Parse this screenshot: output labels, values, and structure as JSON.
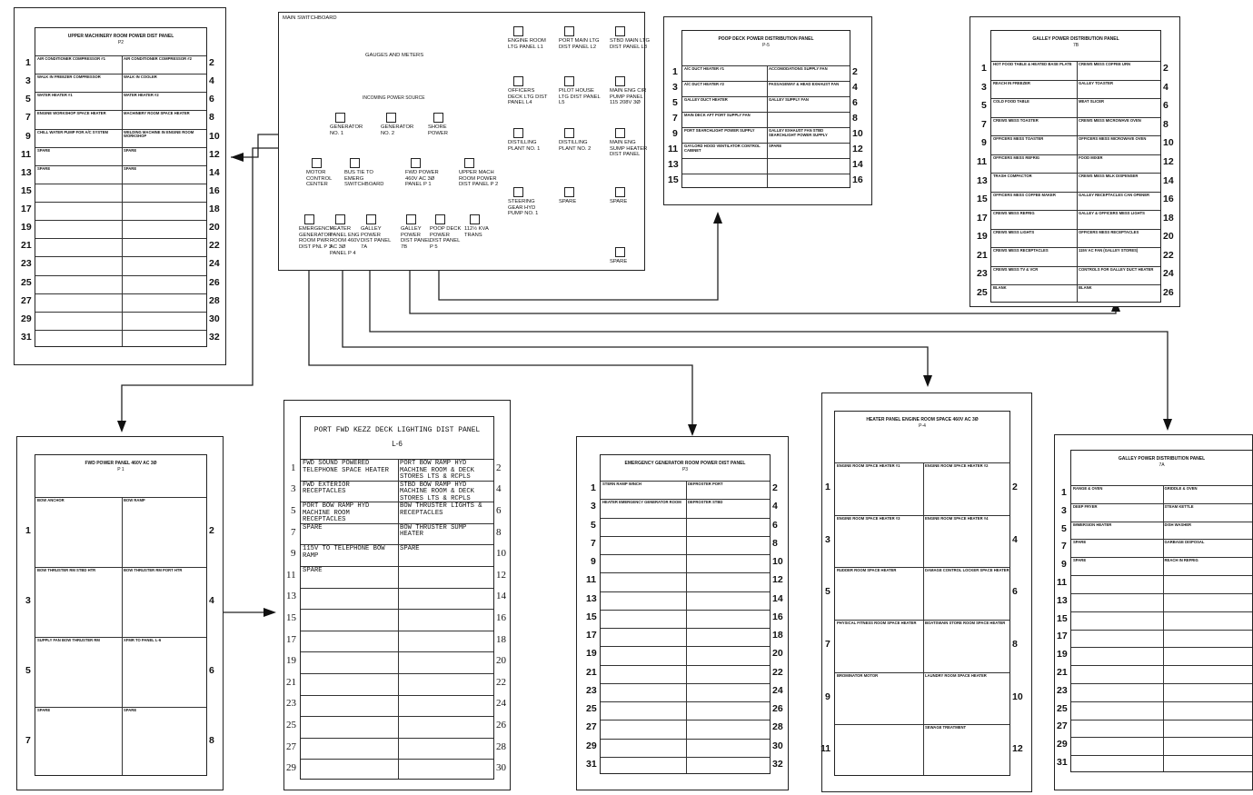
{
  "switchboard": {
    "title": "MAIN SWITCHBOARD",
    "gauges": "GAUGES AND METERS",
    "incoming": "INCOMING POWER SOURCE",
    "sources": [
      "GENERATOR NO. 1",
      "GENERATOR NO. 2",
      "SHORE POWER"
    ],
    "mid_row": [
      "MOTOR CONTROL CENTER",
      "BUS TIE TO EMERG SWITCHBOARD",
      "FWD POWER 460V AC 3Ø PANEL P 1",
      "UPPER MACH ROOM POWER DIST PANEL P 2"
    ],
    "bottom_row": [
      "EMERGENCY GENERATOR ROOM PWR DIST PNL P 3",
      "HEATER PANEL ENG ROOM 460V AC 3Ø PANEL P 4",
      "GALLEY POWER DIST PANEL 7A",
      "GALLEY POWER DIST PANEL 7B",
      "POOP DECK POWER DIST PANEL P 5",
      "112½ KVA TRANS"
    ],
    "right_col": [
      "ENGINE ROOM LTG PANEL L1",
      "PORT MAIN LTG DIST PANEL L2",
      "STBD MAIN LTG DIST PANEL L3",
      "OFFICERS DECK LTG DIST PANEL L4",
      "PILOT HOUSE LTG DIST PANEL L5",
      "MAIN ENG CIR PUMP PANEL 115 208V 3Ø",
      "DISTILLING PLANT NO. 1",
      "DISTILLING PLANT NO. 2",
      "MAIN ENG SUMP HEATER DIST PANEL",
      "STEERING GEAR HYD PUMP NO. 1",
      "SPARE",
      "SPARE",
      "SPARE"
    ]
  },
  "p2": {
    "title": "UPPER MACHINERY ROOM POWER DIST PANEL",
    "id": "P2",
    "rows": [
      [
        "1",
        "AIR CONDITIONER COMPRESSOR #1",
        "AIR CONDITIONER COMPRESSOR #2",
        "2"
      ],
      [
        "3",
        "WALK IN FREEZER COMPRESSOR",
        "WALK IN COOLER",
        "4"
      ],
      [
        "5",
        "WATER HEATER #1",
        "WATER HEATER #2",
        "6"
      ],
      [
        "7",
        "ENGINE WORKSHOP SPACE HEATER",
        "MACHINERY ROOM SPACE HEATER",
        "8"
      ],
      [
        "9",
        "CHILL WATER PUMP FOR A/C SYSTEM",
        "WELDING MACHINE IN ENGINE ROOM WORKSHOP",
        "10"
      ],
      [
        "11",
        "SPARE",
        "SPARE",
        "12"
      ],
      [
        "13",
        "SPARE",
        "SPARE",
        "14"
      ],
      [
        "15",
        "",
        "",
        "16"
      ],
      [
        "17",
        "",
        "",
        "18"
      ],
      [
        "19",
        "",
        "",
        "20"
      ],
      [
        "21",
        "",
        "",
        "22"
      ],
      [
        "23",
        "",
        "",
        "24"
      ],
      [
        "25",
        "",
        "",
        "26"
      ],
      [
        "27",
        "",
        "",
        "28"
      ],
      [
        "29",
        "",
        "",
        "30"
      ],
      [
        "31",
        "",
        "",
        "32"
      ]
    ]
  },
  "p5": {
    "title": "POOP DECK POWER DISTRIBUTION PANEL",
    "id": "P-5",
    "rows": [
      [
        "1",
        "A/C DUCT HEATER #1",
        "ACCOMODATIONS SUPPLY FAN",
        "2"
      ],
      [
        "3",
        "A/C DUCT HEATER #2",
        "PASSAGEWAY & HEAD EXHAUST FAN",
        "4"
      ],
      [
        "5",
        "GALLEY DUCT HEATER",
        "GALLEY SUPPLY FAN",
        "6"
      ],
      [
        "7",
        "MAIN DECK AFT PORT SUPPLY FAN",
        "",
        "8"
      ],
      [
        "9",
        "PORT SEARCHLIGHT POWER SUPPLY",
        "GALLEY EXHAUST FAN STBD SEARCHLIGHT POWER SUPPLY",
        "10"
      ],
      [
        "11",
        "GAYLORD HOOD VENTILATOR CONTROL CABINET",
        "SPARE",
        "12"
      ],
      [
        "13",
        "",
        "",
        "14"
      ],
      [
        "15",
        "",
        "",
        "16"
      ]
    ]
  },
  "p7b": {
    "title": "GALLEY POWER DISTRIBUTION PANEL",
    "id": "7B",
    "rows": [
      [
        "1",
        "HOT FOOD TABLE & HEATED BASE PLATE",
        "CREWS MESS COFFEE URN",
        "2"
      ],
      [
        "3",
        "REACH IN FREEZER",
        "GALLEY TOASTER",
        "4"
      ],
      [
        "5",
        "COLD FOOD TABLE",
        "MEAT SLICER",
        "6"
      ],
      [
        "7",
        "CREWS MESS TOASTER",
        "CREWS MESS MICROWAVE OVEN",
        "8"
      ],
      [
        "9",
        "OFFICERS MESS TOASTER",
        "OFFICERS MESS MICROWAVE OVEN",
        "10"
      ],
      [
        "11",
        "OFFICERS MESS REFRIG",
        "FOOD MIXER",
        "12"
      ],
      [
        "13",
        "TRASH COMPACTOR",
        "CREWS MESS MILK DISPENSER",
        "14"
      ],
      [
        "15",
        "OFFICERS MESS COFFEE MAKER",
        "GALLEY RECEPTACLES CAN OPENER",
        "16"
      ],
      [
        "17",
        "CREWS MESS REFRIG",
        "GALLEY & OFFICERS MESS LIGHTS",
        "18"
      ],
      [
        "19",
        "CREWS MESS LIGHTS",
        "OFFICERS MESS RECEPTACLES",
        "20"
      ],
      [
        "21",
        "CREWS MESS RECEPTACLES",
        "115V AC FAN (GALLEY STORES)",
        "22"
      ],
      [
        "23",
        "CREWS MESS TV & VCR",
        "CONTROLS FOR GALLEY DUCT HEATER",
        "24"
      ],
      [
        "25",
        "BLANK",
        "BLANK",
        "26"
      ]
    ]
  },
  "p1": {
    "title": "FWD POWER PANEL 460V AC 3Ø",
    "id": "P 1",
    "rows": [
      [
        "1",
        "BOW ANCHOR",
        "BOW RAMP",
        "2"
      ],
      [
        "3",
        "BOW THRUSTER RM STBD HTR",
        "BOW THRUSTER RM PORT HTR",
        "4"
      ],
      [
        "5",
        "SUPPLY FAN BOW THRUSTER RM",
        "XFMR TO PANEL L-6",
        "6"
      ],
      [
        "7",
        "SPARE",
        "SPARE",
        "8"
      ]
    ]
  },
  "l6": {
    "title": "PORT FWD KEZZ DECK LIGHTING DIST PANEL",
    "id": "L-6",
    "rows": [
      [
        "1",
        "FWD SOUND POWERED TELEPHONE SPACE HEATER",
        "PORT BOW RAMP HYD MACHINE ROOM & DECK STORES LTS & RCPLS",
        "2"
      ],
      [
        "3",
        "FWD EXTERIOR RECEPTACLES",
        "STBD BOW RAMP HYD MACHINE ROOM & DECK STORES LTS & RCPLS",
        "4"
      ],
      [
        "5",
        "PORT BOW RAMP HYD MACHINE ROOM RECEPTACLES",
        "BOW THRUSTER LIGHTS & RECEPTACLES",
        "6"
      ],
      [
        "7",
        "SPARE",
        "BOW THRUSTER SUMP HEATER",
        "8"
      ],
      [
        "9",
        "115V TO TELEPHONE BOW RAMP",
        "SPARE",
        "10"
      ],
      [
        "11",
        "SPARE",
        "",
        "12"
      ],
      [
        "13",
        "",
        "",
        "14"
      ],
      [
        "15",
        "",
        "",
        "16"
      ],
      [
        "17",
        "",
        "",
        "18"
      ],
      [
        "19",
        "",
        "",
        "20"
      ],
      [
        "21",
        "",
        "",
        "22"
      ],
      [
        "23",
        "",
        "",
        "24"
      ],
      [
        "25",
        "",
        "",
        "26"
      ],
      [
        "27",
        "",
        "",
        "28"
      ],
      [
        "29",
        "",
        "",
        "30"
      ]
    ]
  },
  "p3": {
    "title": "EMERGENCY GENERATOR ROOM POWER DIST PANEL",
    "id": "P3",
    "rows": [
      [
        "1",
        "STERN RAMP WINCH",
        "DEFROSTER PORT",
        "2"
      ],
      [
        "3",
        "HEATER EMERGENCY GENERATOR ROOM",
        "DEFROSTER STBD",
        "4"
      ],
      [
        "5",
        "",
        "",
        "6"
      ],
      [
        "7",
        "",
        "",
        "8"
      ],
      [
        "9",
        "",
        "",
        "10"
      ],
      [
        "11",
        "",
        "",
        "12"
      ],
      [
        "13",
        "",
        "",
        "14"
      ],
      [
        "15",
        "",
        "",
        "16"
      ],
      [
        "17",
        "",
        "",
        "18"
      ],
      [
        "19",
        "",
        "",
        "20"
      ],
      [
        "21",
        "",
        "",
        "22"
      ],
      [
        "23",
        "",
        "",
        "24"
      ],
      [
        "25",
        "",
        "",
        "26"
      ],
      [
        "27",
        "",
        "",
        "28"
      ],
      [
        "29",
        "",
        "",
        "30"
      ],
      [
        "31",
        "",
        "",
        "32"
      ]
    ]
  },
  "p4": {
    "title": "HEATER PANEL ENGINE ROOM SPACE 460V AC 3Ø",
    "id": "P-4",
    "rows": [
      [
        "1",
        "ENGINE ROOM SPACE HEATER #1",
        "ENGINE ROOM SPACE HEATER #2",
        "2"
      ],
      [
        "3",
        "ENGINE ROOM SPACE HEATER #3",
        "ENGINE ROOM SPACE HEATER #4",
        "4"
      ],
      [
        "5",
        "RUDDER ROOM SPACE HEATER",
        "DAMAGE CONTROL LOCKER SPACE HEATER",
        "6"
      ],
      [
        "7",
        "PHYSICAL FITNESS ROOM SPACE HEATER",
        "BOATSWAIN STORE ROOM SPACE HEATER",
        "8"
      ],
      [
        "9",
        "BROMINATOR MOTOR",
        "LAUNDRY ROOM SPACE HEATER",
        "10"
      ],
      [
        "11",
        "",
        "SEWAGE TREATMENT",
        "12"
      ]
    ]
  },
  "p7a": {
    "title": "GALLEY POWER DISTRIBUTION PANEL",
    "id": "7A",
    "rows": [
      [
        "1",
        "RANGE & OVEN",
        "GRIDDLE & OVEN",
        "2"
      ],
      [
        "3",
        "DEEP FRYER",
        "STEAM KETTLE",
        "4"
      ],
      [
        "5",
        "IMMERSION HEATER",
        "DISH WASHER",
        "6"
      ],
      [
        "7",
        "SPARE",
        "GARBAGE DISPOSAL",
        "8"
      ],
      [
        "9",
        "SPARE",
        "REACH IN REFRIG",
        "10"
      ],
      [
        "11",
        "",
        "",
        "12"
      ],
      [
        "13",
        "",
        "",
        "14"
      ],
      [
        "15",
        "",
        "",
        "16"
      ],
      [
        "17",
        "",
        "",
        "18"
      ],
      [
        "19",
        "",
        "",
        "20"
      ],
      [
        "21",
        "",
        "",
        "22"
      ],
      [
        "23",
        "",
        "",
        "24"
      ],
      [
        "25",
        "",
        "",
        "26"
      ],
      [
        "27",
        "",
        "",
        "28"
      ],
      [
        "29",
        "",
        "",
        "30"
      ],
      [
        "31",
        "",
        "",
        "32"
      ]
    ]
  },
  "style": {
    "ink": "#222222",
    "paper": "#ffffff"
  }
}
